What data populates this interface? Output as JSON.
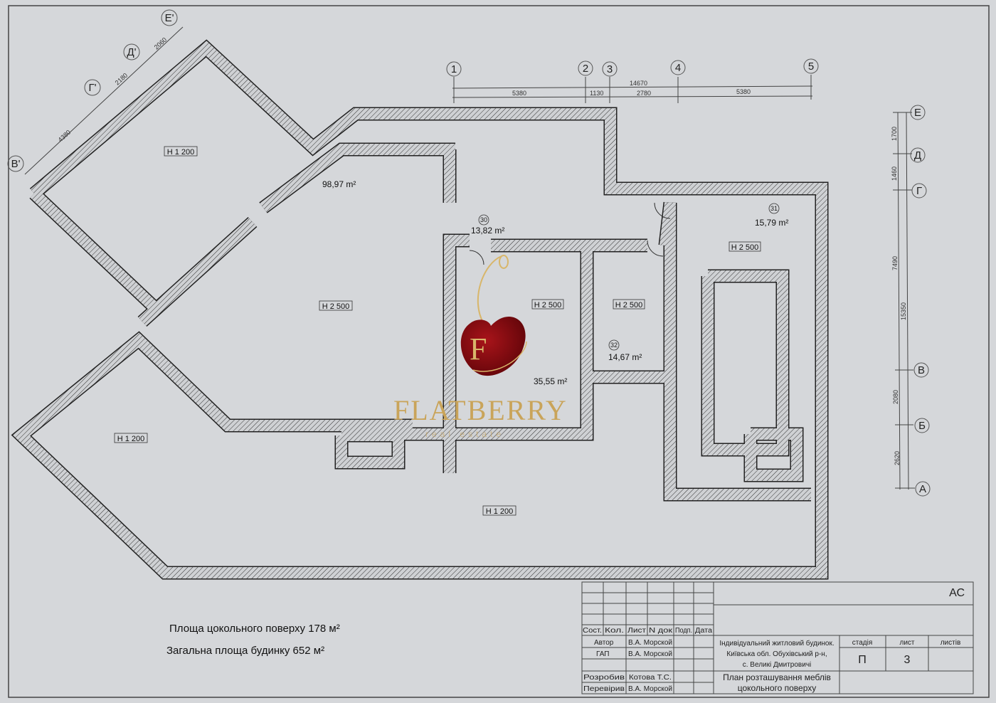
{
  "plan": {
    "axes_top": [
      "1",
      "2",
      "3",
      "4",
      "5"
    ],
    "dims_top": {
      "total": "14670",
      "segments": [
        "5380",
        "1130",
        "2780",
        "5380"
      ]
    },
    "axes_right": [
      "Е",
      "Д",
      "Г",
      "В",
      "Б",
      "А"
    ],
    "dims_right": {
      "segments": [
        "1700",
        "1460",
        "7490",
        "2080",
        "2620"
      ],
      "total": "15350"
    },
    "axes_diag": [
      "В'",
      "Г'",
      "Д'",
      "Е'"
    ],
    "dims_diag": [
      "4380",
      "2180",
      "2060"
    ],
    "heights": [
      "Н 1 200",
      "Н 2 500",
      "Н 2 500",
      "Н 2 500",
      "Н 2 500",
      "Н 1 200",
      "Н 1 200"
    ],
    "rooms": [
      {
        "area": "98,97 m²"
      },
      {
        "num": "30",
        "area": "13,82 m²"
      },
      {
        "num": "31",
        "area": "15,79 m²"
      },
      {
        "num": "32",
        "area": "14,67 m²"
      },
      {
        "area": "35,55 m²"
      }
    ]
  },
  "notes": {
    "basement_area": "Площа цокольного поверху 178 м²",
    "total_area": "Загальна площа будинку 652  м²"
  },
  "title_block": {
    "code": "АС",
    "headers": [
      "Сост.",
      "Кол.",
      "Лист",
      "N док",
      "Подп.",
      "Дата"
    ],
    "people": [
      {
        "role": "Автор",
        "name": "В.А. Морской"
      },
      {
        "role": "ГАП",
        "name": "В.А. Морской"
      },
      {
        "role": "Розробив",
        "name": "Котова Т.С."
      },
      {
        "role": "Перевірив",
        "name": "В.А. Морской"
      }
    ],
    "project": [
      "Індивідуальний житловий будинок.",
      "Київська обл. Обухівський р-н,",
      "с. Великі Дмитровичі"
    ],
    "drawing": [
      "План розташування меблів",
      "цокольного поверху"
    ],
    "stage_label": "стадія",
    "sheet_label": "лист",
    "sheets_label": "листів",
    "stage": "П",
    "sheet": "3"
  },
  "watermark": {
    "brand": "FLATBERRY",
    "tagline": "real estate"
  }
}
